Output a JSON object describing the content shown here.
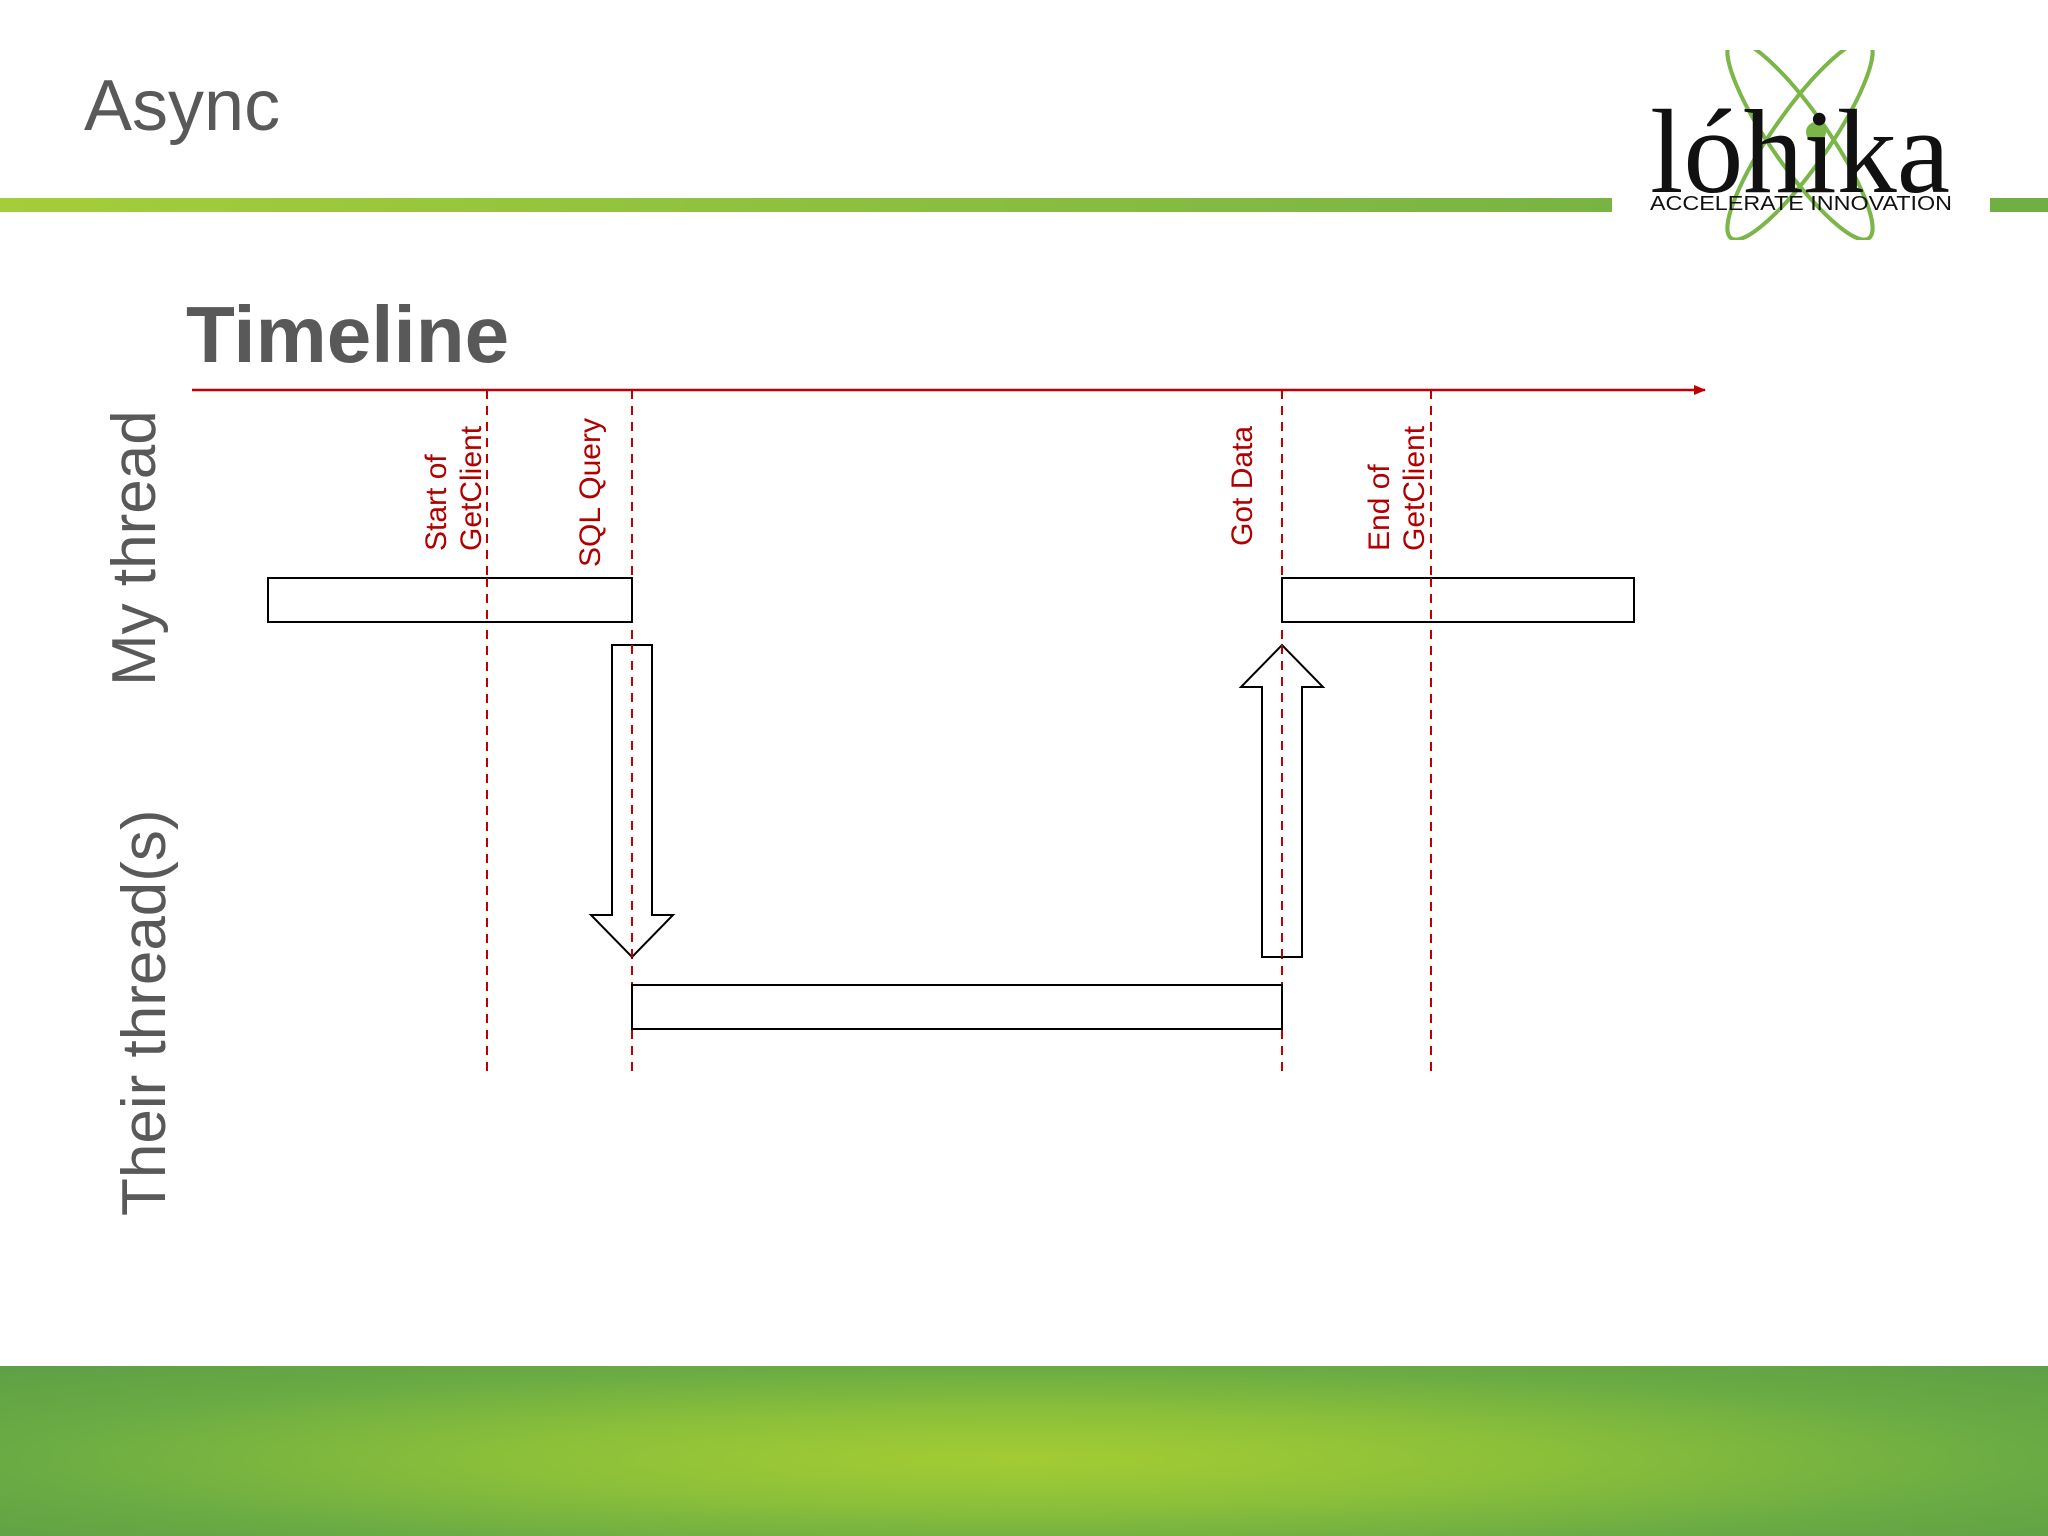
{
  "slide": {
    "title": "Async"
  },
  "logo": {
    "wordmark": "lóhika",
    "tagline": "ACCELERATE  INNOVATION"
  },
  "diagram": {
    "title": "Timeline",
    "lanes": {
      "mine": "My thread",
      "theirs": "Their thread(s)"
    },
    "events": [
      {
        "line1": "Start of",
        "line2": "GetClient"
      },
      {
        "line1": "SQL Query",
        "line2": ""
      },
      {
        "line1": "Got Data",
        "line2": ""
      },
      {
        "line1": "End of",
        "line2": "GetClient"
      }
    ],
    "colors": {
      "timeline": "#c00000",
      "boxes": "#000000",
      "brand_green": "#7ab648"
    }
  }
}
